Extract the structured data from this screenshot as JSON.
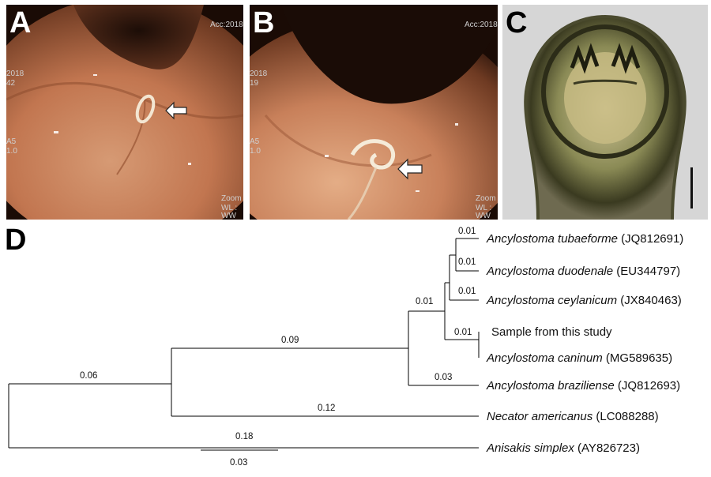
{
  "panels": {
    "a": {
      "letter": "A",
      "overlay": {
        "acc": "Acc:2018",
        "year": "2018",
        "num": "42",
        "a5": "A5",
        "ratio": "1.0",
        "zoom": "Zoom",
        "wl": "WL :",
        "ww": "WW"
      }
    },
    "b": {
      "letter": "B",
      "overlay": {
        "acc": "Acc:2018",
        "year": "2018",
        "num": "19",
        "a5": "A5",
        "ratio": "1.0",
        "zoom": "Zoom",
        "wl": "WL :",
        "ww": "WW"
      }
    },
    "c": {
      "letter": "C"
    },
    "d": {
      "letter": "D"
    }
  },
  "tree": {
    "taxa": [
      {
        "species": "Ancylostoma tubaeforme",
        "accession": "(JQ812691)"
      },
      {
        "species": "Ancylostoma duodenale",
        "accession": "(EU344797)"
      },
      {
        "species": "Ancylostoma ceylanicum",
        "accession": "(JX840463)"
      },
      {
        "species": "Sample from this study",
        "accession": ""
      },
      {
        "species": "Ancylostoma caninum",
        "accession": "(MG589635)"
      },
      {
        "species": "Ancylostoma braziliense",
        "accession": "(JQ812693)"
      },
      {
        "species": "Necator americanus",
        "accession": "(LC088288)"
      },
      {
        "species": "Anisakis simplex",
        "accession": "(AY826723)"
      }
    ],
    "branch_lengths": {
      "tubaeforme": "0.01",
      "duodenale": "0.01",
      "ceylanicum": "0.01",
      "sample": "0.01",
      "ancylostoma_clade": "0.01",
      "braziliense": "0.03",
      "ancylostomatidae": "0.09",
      "strongylida": "0.06",
      "necator": "0.12",
      "anisakis": "0.18"
    },
    "scale_bar": "0.03"
  },
  "colors": {
    "tissue": "#c87a55",
    "lumen": "#2a140c",
    "worm": "#efe3cf",
    "micro_bg": "#d8d8d8"
  }
}
